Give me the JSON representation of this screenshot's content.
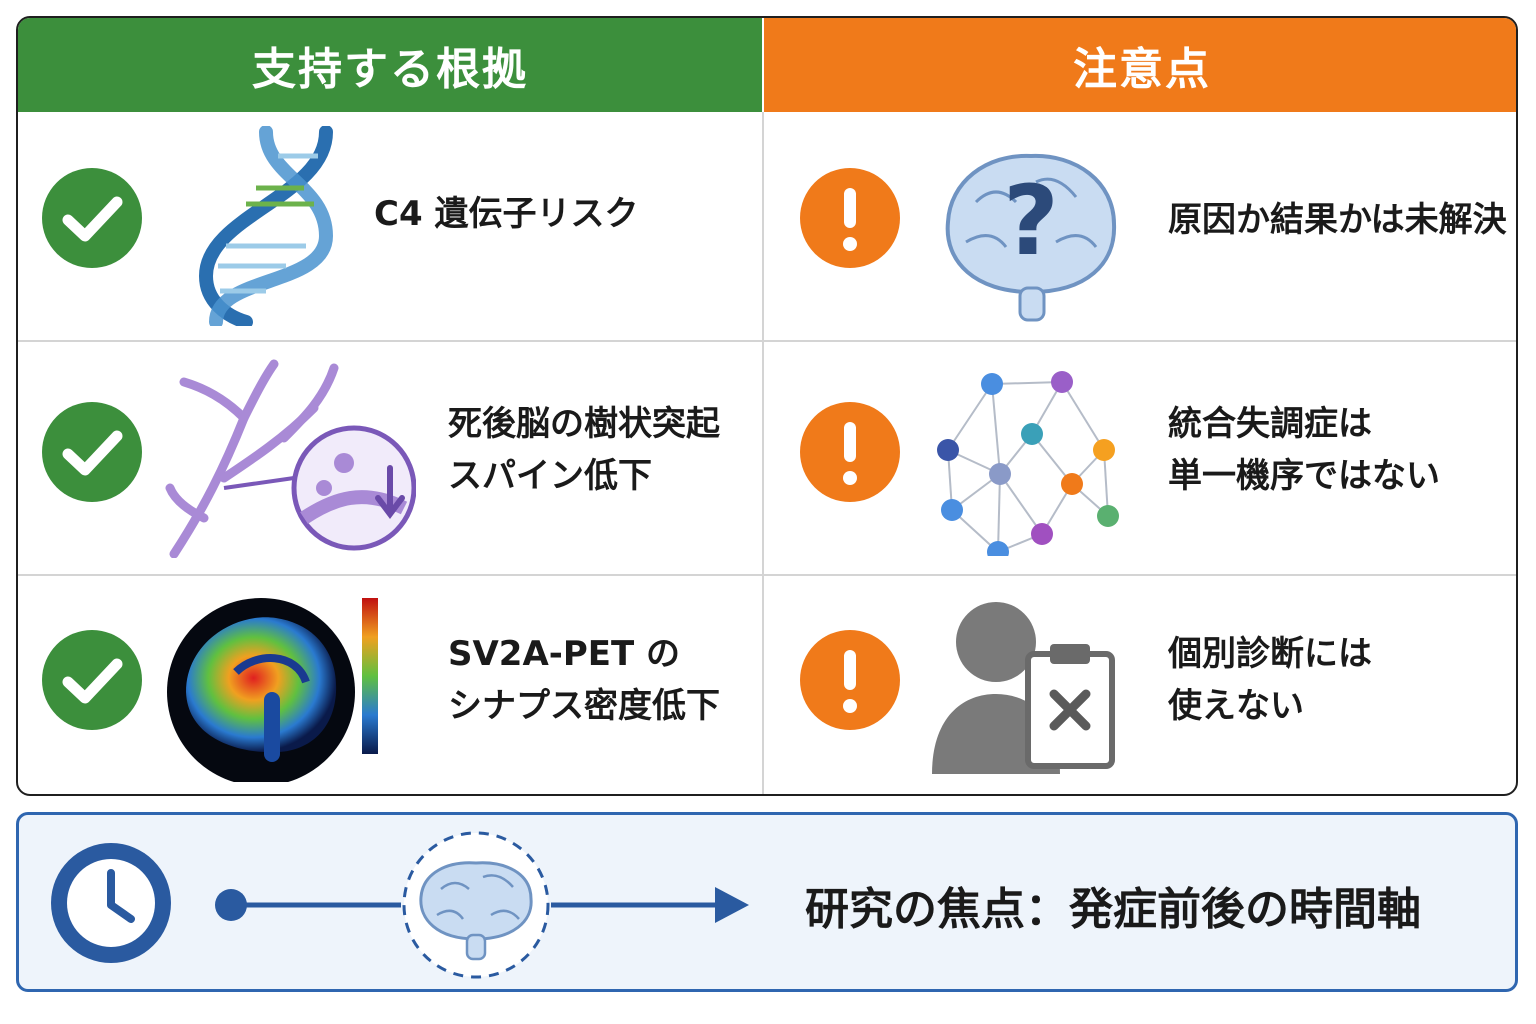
{
  "headers": {
    "support": "支持する根拠",
    "caution": "注意点"
  },
  "support_items": [
    {
      "line1": "C4 遺伝子リスク",
      "line2": "",
      "icon": "dna-icon"
    },
    {
      "line1": "死後脳の樹状突起",
      "line2": "スパイン低下",
      "icon": "dendrite-spine-icon"
    },
    {
      "line1": "SV2A-PET の",
      "line2": "シナプス密度低下",
      "icon": "pet-brain-scan-icon"
    }
  ],
  "caution_items": [
    {
      "line1": "原因か結果かは未解決",
      "line2": "",
      "icon": "brain-question-icon"
    },
    {
      "line1": "統合失調症は",
      "line2": "単一機序ではない",
      "icon": "network-icon"
    },
    {
      "line1": "個別診断には",
      "line2": "使えない",
      "icon": "person-clipboard-x-icon"
    }
  ],
  "focus": {
    "text": "研究の焦点：発症前後の時間軸",
    "icon": "clock-icon"
  },
  "colors": {
    "support": "#3c8f3c",
    "caution": "#f07a1a",
    "focus_border": "#2f66b0",
    "focus_bg": "#eef4fb"
  }
}
